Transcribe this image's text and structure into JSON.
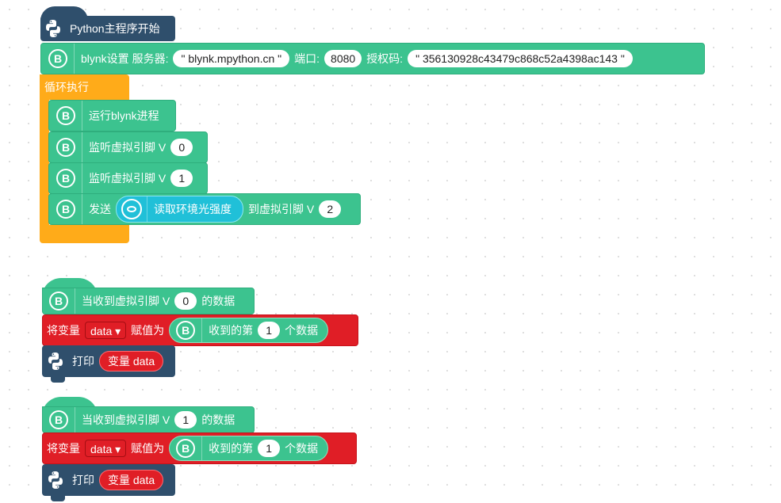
{
  "main": {
    "start_label": "Python主程序开始",
    "setup": {
      "icon_letter": "B",
      "prefix": "blynk设置 服务器:",
      "server": "\" blynk.mpython.cn \"",
      "port_label": "端口:",
      "port": "8080",
      "auth_label": "授权码:",
      "auth": "\" 356130928c43479c868c52a4398ac143 \""
    },
    "loop": {
      "label": "循环执行",
      "run": {
        "icon_letter": "B",
        "label": "运行blynk进程"
      },
      "listen0": {
        "icon_letter": "B",
        "label": "监听虚拟引脚 V",
        "pin": "0"
      },
      "listen1": {
        "icon_letter": "B",
        "label": "监听虚拟引脚 V",
        "pin": "1"
      },
      "send": {
        "icon_letter": "B",
        "label": "发送",
        "sensor_label": "读取环境光强度",
        "to_label": "到虚拟引脚 V",
        "pin": "2"
      }
    }
  },
  "handlers": [
    {
      "icon_letter": "B",
      "when_label": "当收到虚拟引脚 V",
      "pin": "0",
      "data_label": "的数据",
      "assign": {
        "prefix": "将变量",
        "var": "data",
        "dropdown_arrow": "▾",
        "assign_label": "赋值为",
        "icon_letter": "B",
        "received_label": "收到的第",
        "index": "1",
        "suffix": "个数据"
      },
      "print": {
        "label": "打印",
        "var_label": "变量 data"
      }
    },
    {
      "icon_letter": "B",
      "when_label": "当收到虚拟引脚 V",
      "pin": "1",
      "data_label": "的数据",
      "assign": {
        "prefix": "将变量",
        "var": "data",
        "dropdown_arrow": "▾",
        "assign_label": "赋值为",
        "icon_letter": "B",
        "received_label": "收到的第",
        "index": "1",
        "suffix": "个数据"
      },
      "print": {
        "label": "打印",
        "var_label": "变量 data"
      }
    }
  ],
  "colors": {
    "python_block": "#2f4f6c",
    "blynk_block": "#3cc38f",
    "loop_block": "#ffab19",
    "variable_block": "#e01e26",
    "sensor_block": "#20c0d8"
  },
  "icons": {
    "python": "python-logo-icon",
    "blynk": "blynk-b-icon",
    "light": "light-sensor-icon"
  }
}
